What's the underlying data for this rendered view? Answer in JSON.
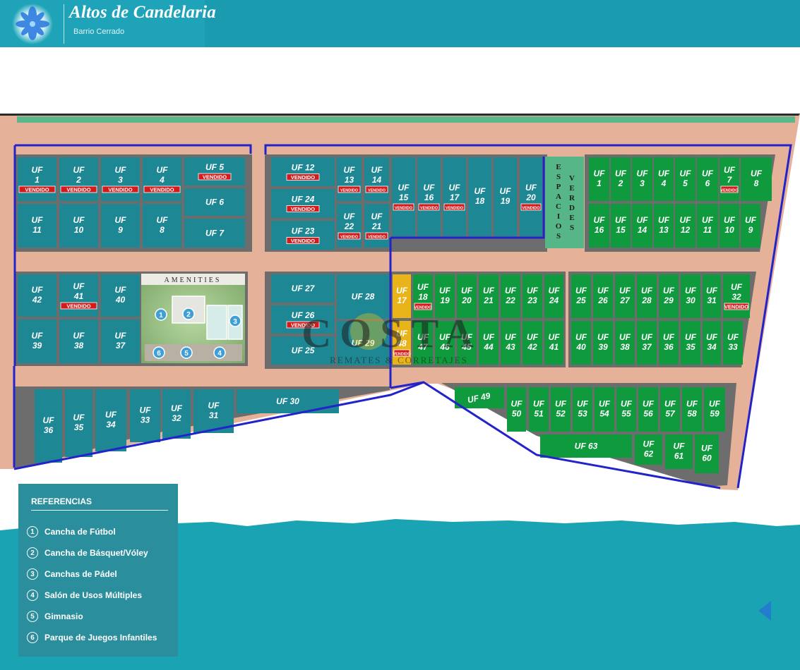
{
  "header": {
    "brand_title": "Altos de Candelaria",
    "brand_subtitle": "Barrio Cerrado",
    "logo_icon": "blue-flower-logo"
  },
  "colors": {
    "header": "#1a9bb0",
    "road": "#e5b198",
    "lot_blue": "#1e8794",
    "lot_green": "#0f9a3e",
    "lot_yellow": "#e9b31a",
    "boundary": "#2323cc",
    "sold_badge": "#d41a1a",
    "green_space": "#56b687"
  },
  "map": {
    "sold_label": "VENDIDO",
    "amenities_title": "AMENITIES",
    "green_space_label": "ESPACIOS VERDES",
    "amenity_markers": [
      "1",
      "2",
      "3",
      "6",
      "5",
      "4"
    ],
    "lots": [
      {
        "label": "UF 1",
        "status": "sold",
        "color": "blue"
      },
      {
        "label": "UF 2",
        "status": "sold",
        "color": "blue"
      },
      {
        "label": "UF 3",
        "status": "sold",
        "color": "blue"
      },
      {
        "label": "UF 4",
        "status": "sold",
        "color": "blue"
      },
      {
        "label": "UF 5",
        "status": "sold",
        "color": "blue"
      },
      {
        "label": "UF 6",
        "status": "available",
        "color": "blue"
      },
      {
        "label": "UF 7",
        "status": "available",
        "color": "blue"
      },
      {
        "label": "UF 11",
        "status": "available",
        "color": "blue"
      },
      {
        "label": "UF 10",
        "status": "available",
        "color": "blue"
      },
      {
        "label": "UF 9",
        "status": "available",
        "color": "blue"
      },
      {
        "label": "UF 8",
        "status": "available",
        "color": "blue"
      },
      {
        "label": "UF 12",
        "status": "sold",
        "color": "blue"
      },
      {
        "label": "UF 13",
        "status": "sold",
        "color": "blue"
      },
      {
        "label": "UF 14",
        "status": "sold",
        "color": "blue"
      },
      {
        "label": "UF 24",
        "status": "sold",
        "color": "blue"
      },
      {
        "label": "UF 23",
        "status": "sold",
        "color": "blue"
      },
      {
        "label": "UF 22",
        "status": "sold",
        "color": "blue"
      },
      {
        "label": "UF 21",
        "status": "sold",
        "color": "blue"
      },
      {
        "label": "UF 15",
        "status": "sold",
        "color": "blue"
      },
      {
        "label": "UF 16",
        "status": "sold",
        "color": "blue"
      },
      {
        "label": "UF 17",
        "status": "sold",
        "color": "blue"
      },
      {
        "label": "UF 18",
        "status": "available",
        "color": "blue"
      },
      {
        "label": "UF 19",
        "status": "available",
        "color": "blue"
      },
      {
        "label": "UF 20",
        "status": "sold",
        "color": "blue"
      },
      {
        "label": "UF 1",
        "status": "available",
        "color": "green"
      },
      {
        "label": "UF 2",
        "status": "available",
        "color": "green"
      },
      {
        "label": "UF 3",
        "status": "available",
        "color": "green"
      },
      {
        "label": "UF 4",
        "status": "available",
        "color": "green"
      },
      {
        "label": "UF 5",
        "status": "available",
        "color": "green"
      },
      {
        "label": "UF 6",
        "status": "available",
        "color": "green"
      },
      {
        "label": "UF 7",
        "status": "sold",
        "color": "green"
      },
      {
        "label": "UF 8",
        "status": "available",
        "color": "green"
      },
      {
        "label": "UF 16",
        "status": "available",
        "color": "green"
      },
      {
        "label": "UF 15",
        "status": "available",
        "color": "green"
      },
      {
        "label": "UF 14",
        "status": "available",
        "color": "green"
      },
      {
        "label": "UF 13",
        "status": "available",
        "color": "green"
      },
      {
        "label": "UF 12",
        "status": "available",
        "color": "green"
      },
      {
        "label": "UF 11",
        "status": "available",
        "color": "green"
      },
      {
        "label": "UF 10",
        "status": "available",
        "color": "green"
      },
      {
        "label": "UF 9",
        "status": "available",
        "color": "green"
      },
      {
        "label": "UF 42",
        "status": "available",
        "color": "blue"
      },
      {
        "label": "UF 41",
        "status": "sold",
        "color": "blue"
      },
      {
        "label": "UF 40",
        "status": "available",
        "color": "blue"
      },
      {
        "label": "UF 39",
        "status": "available",
        "color": "blue"
      },
      {
        "label": "UF 38",
        "status": "available",
        "color": "blue"
      },
      {
        "label": "UF 37",
        "status": "available",
        "color": "blue"
      },
      {
        "label": "UF 27",
        "status": "available",
        "color": "blue"
      },
      {
        "label": "UF 26",
        "status": "sold",
        "color": "blue"
      },
      {
        "label": "UF 25",
        "status": "available",
        "color": "blue"
      },
      {
        "label": "UF 28",
        "status": "available",
        "color": "blue"
      },
      {
        "label": "UF 29",
        "status": "available",
        "color": "blue"
      },
      {
        "label": "UF 17",
        "status": "available",
        "color": "yellow"
      },
      {
        "label": "UF 48",
        "status": "sold",
        "color": "yellow"
      },
      {
        "label": "UF 18",
        "status": "sold",
        "color": "green"
      },
      {
        "label": "UF 19",
        "status": "available",
        "color": "green"
      },
      {
        "label": "UF 20",
        "status": "available",
        "color": "green"
      },
      {
        "label": "UF 21",
        "status": "available",
        "color": "green"
      },
      {
        "label": "UF 22",
        "status": "available",
        "color": "green"
      },
      {
        "label": "UF 23",
        "status": "available",
        "color": "green"
      },
      {
        "label": "UF 24",
        "status": "available",
        "color": "green"
      },
      {
        "label": "UF 47",
        "status": "available",
        "color": "green"
      },
      {
        "label": "UF 46",
        "status": "available",
        "color": "green"
      },
      {
        "label": "UF 45",
        "status": "available",
        "color": "green"
      },
      {
        "label": "UF 44",
        "status": "available",
        "color": "green"
      },
      {
        "label": "UF 43",
        "status": "available",
        "color": "green"
      },
      {
        "label": "UF 42",
        "status": "available",
        "color": "green"
      },
      {
        "label": "UF 41",
        "status": "available",
        "color": "green"
      },
      {
        "label": "UF 25",
        "status": "available",
        "color": "green"
      },
      {
        "label": "UF 26",
        "status": "available",
        "color": "green"
      },
      {
        "label": "UF 27",
        "status": "available",
        "color": "green"
      },
      {
        "label": "UF 28",
        "status": "available",
        "color": "green"
      },
      {
        "label": "UF 29",
        "status": "available",
        "color": "green"
      },
      {
        "label": "UF 30",
        "status": "available",
        "color": "green"
      },
      {
        "label": "UF 31",
        "status": "available",
        "color": "green"
      },
      {
        "label": "UF 32",
        "status": "sold",
        "color": "green"
      },
      {
        "label": "UF 40",
        "status": "available",
        "color": "green"
      },
      {
        "label": "UF 39",
        "status": "available",
        "color": "green"
      },
      {
        "label": "UF 38",
        "status": "available",
        "color": "green"
      },
      {
        "label": "UF 37",
        "status": "available",
        "color": "green"
      },
      {
        "label": "UF 36",
        "status": "available",
        "color": "green"
      },
      {
        "label": "UF 35",
        "status": "available",
        "color": "green"
      },
      {
        "label": "UF 34",
        "status": "available",
        "color": "green"
      },
      {
        "label": "UF 33",
        "status": "available",
        "color": "green"
      },
      {
        "label": "UF 36",
        "status": "available",
        "color": "blue"
      },
      {
        "label": "UF 35",
        "status": "available",
        "color": "blue"
      },
      {
        "label": "UF 34",
        "status": "available",
        "color": "blue"
      },
      {
        "label": "UF 33",
        "status": "available",
        "color": "blue"
      },
      {
        "label": "UF 32",
        "status": "available",
        "color": "blue"
      },
      {
        "label": "UF 31",
        "status": "available",
        "color": "blue"
      },
      {
        "label": "UF 30",
        "status": "available",
        "color": "blue"
      },
      {
        "label": "UF 49",
        "status": "available",
        "color": "green"
      },
      {
        "label": "UF 50",
        "status": "available",
        "color": "green"
      },
      {
        "label": "UF 51",
        "status": "available",
        "color": "green"
      },
      {
        "label": "UF 52",
        "status": "available",
        "color": "green"
      },
      {
        "label": "UF 53",
        "status": "available",
        "color": "green"
      },
      {
        "label": "UF 54",
        "status": "available",
        "color": "green"
      },
      {
        "label": "UF 55",
        "status": "available",
        "color": "green"
      },
      {
        "label": "UF 56",
        "status": "available",
        "color": "green"
      },
      {
        "label": "UF 57",
        "status": "available",
        "color": "green"
      },
      {
        "label": "UF 58",
        "status": "available",
        "color": "green"
      },
      {
        "label": "UF 59",
        "status": "available",
        "color": "green"
      },
      {
        "label": "UF 63",
        "status": "available",
        "color": "green"
      },
      {
        "label": "UF 62",
        "status": "available",
        "color": "green"
      },
      {
        "label": "UF 61",
        "status": "available",
        "color": "green"
      },
      {
        "label": "UF 60",
        "status": "available",
        "color": "green"
      }
    ]
  },
  "watermark": {
    "brand": "COSTA",
    "tagline": "REMATES & CORRETAJES"
  },
  "legend": {
    "title": "REFERENCIAS",
    "items": [
      {
        "number": "1",
        "label": "Cancha de Fútbol"
      },
      {
        "number": "2",
        "label": "Cancha de Básquet/Vóley"
      },
      {
        "number": "3",
        "label": "Canchas de Pádel"
      },
      {
        "number": "4",
        "label": "Salón de Usos Múltiples"
      },
      {
        "number": "5",
        "label": "Gimnasio"
      },
      {
        "number": "6",
        "label": "Parque de Juegos Infantiles"
      }
    ]
  }
}
